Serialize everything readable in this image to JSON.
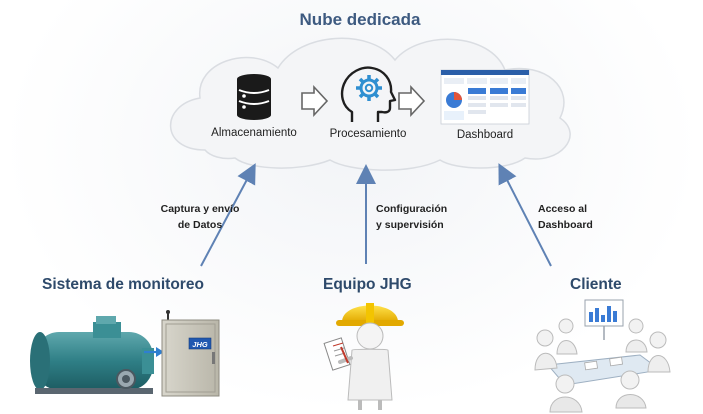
{
  "cloud": {
    "title": "Nube dedicada",
    "nodes": [
      {
        "id": "almacenamiento",
        "label": "Almacenamiento",
        "icon": "database-icon"
      },
      {
        "id": "procesamiento",
        "label": "Procesamiento",
        "icon": "head-gear-icon"
      },
      {
        "id": "dashboard",
        "label": "Dashboard",
        "icon": "dashboard-screenshot-icon"
      }
    ]
  },
  "edges": {
    "captura": "Captura y envío de Datos",
    "captura_line1": "Captura y envío",
    "captura_line2": "de Datos",
    "config_line1": "Configuración",
    "config_line2": "y supervisión",
    "acceso_line1": "Acceso al",
    "acceso_line2": "Dashboard"
  },
  "actors": {
    "sistema": "Sistema de monitoreo",
    "equipo": "Equipo JHG",
    "cliente": "Cliente",
    "panel_badge": "JHG"
  },
  "colors": {
    "title": "#3d5a80",
    "actor": "#2e4a6b",
    "arrow": "#5f82b4",
    "cloud_fill": "#f4f5f7",
    "cloud_stroke": "#d9dde3"
  }
}
